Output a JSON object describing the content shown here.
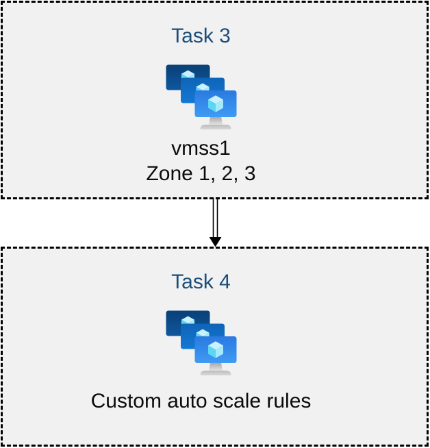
{
  "diagram": {
    "boxes": [
      {
        "title": "Task 3",
        "icon": "vmss-icon",
        "lines": {
          "line1": "vmss1",
          "line2": "Zone 1, 2, 3"
        }
      },
      {
        "title": "Task 4",
        "icon": "vmss-icon",
        "lines": {
          "line1": "Custom auto scale rules"
        }
      }
    ],
    "connector": {
      "type": "double-line-arrow",
      "direction": "down",
      "from": "Task 3",
      "to": "Task 4"
    },
    "colors": {
      "page_background": "#ffffff",
      "box_background": "#f1f1f2",
      "box_border": "#000000",
      "title_text": "#1b4e79",
      "body_text": "#0b0b0b",
      "arrow": "#000000",
      "icon_monitor_back": "#0b4786",
      "icon_monitor_middle": "#1171ca",
      "icon_monitor_front_top": "#2a79e0",
      "icon_monitor_front_bottom": "#3f9bf4",
      "icon_cube_top": "#cbf1fc",
      "icon_cube_left": "#5cd6f2",
      "icon_cube_right": "#a5eafb",
      "icon_stand": "#c8c8c8"
    }
  }
}
